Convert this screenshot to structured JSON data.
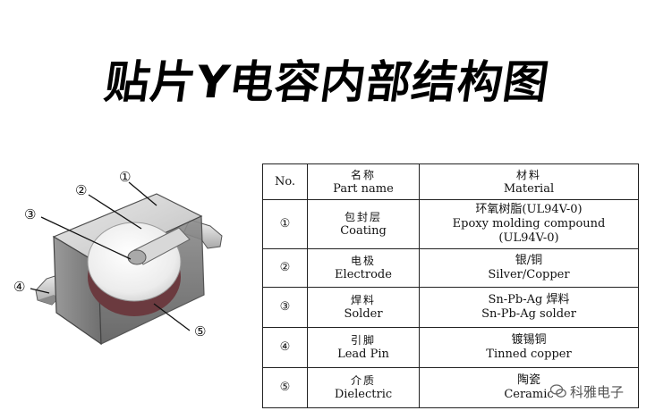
{
  "title": "贴片Y电容内部结构图",
  "figure": {
    "callouts": [
      "①",
      "②",
      "③",
      "④",
      "⑤"
    ]
  },
  "table": {
    "header": {
      "no": "No.",
      "part_zh": "名称",
      "part_en": "Part name",
      "mat_zh": "材料",
      "mat_en": "Material"
    },
    "rows": [
      {
        "no": "①",
        "part_zh": "包封层",
        "part_en": "Coating",
        "mat_lines": [
          "环氧树脂(UL94V-0)",
          "Epoxy molding compound",
          "(UL94V-0)"
        ]
      },
      {
        "no": "②",
        "part_zh": "电极",
        "part_en": "Electrode",
        "mat_lines": [
          "银/铜",
          "Silver/Copper"
        ]
      },
      {
        "no": "③",
        "part_zh": "焊料",
        "part_en": "Solder",
        "mat_lines": [
          "Sn-Pb-Ag 焊料",
          "Sn-Pb-Ag solder"
        ]
      },
      {
        "no": "④",
        "part_zh": "引脚",
        "part_en": "Lead Pin",
        "mat_lines": [
          "镀锡铜",
          "Tinned copper"
        ]
      },
      {
        "no": "⑤",
        "part_zh": "介质",
        "part_en": "Dielectric",
        "mat_lines": [
          "陶瓷",
          "Ceramic"
        ]
      }
    ]
  },
  "watermark": "科雅电子"
}
